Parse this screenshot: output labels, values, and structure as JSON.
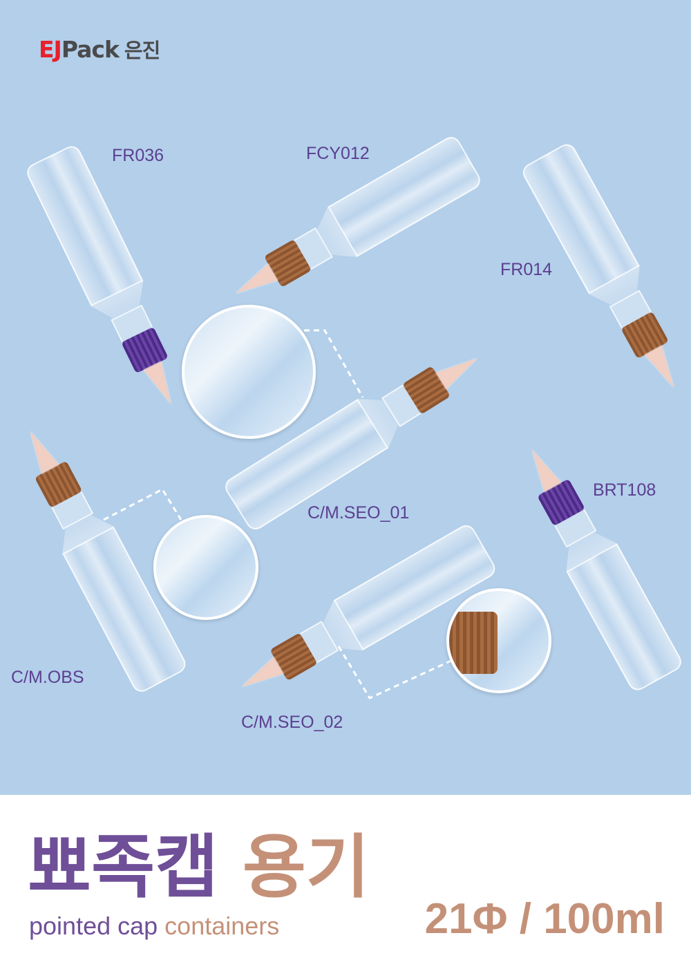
{
  "brand": {
    "logo_ej": "EJ",
    "logo_pack": "Pack",
    "logo_korean": "은진"
  },
  "products": [
    {
      "code": "FR036",
      "cap_color": "#5a3596"
    },
    {
      "code": "FCY012",
      "cap_color": "#9a6038"
    },
    {
      "code": "FR014",
      "cap_color": "#9a6038"
    },
    {
      "code": "C/M.SEO_01",
      "cap_color": "#9a6038"
    },
    {
      "code": "C/M.OBS",
      "cap_color": "#9a6038"
    },
    {
      "code": "BRT108",
      "cap_color": "#5a3596"
    },
    {
      "code": "C/M.SEO_02",
      "cap_color": "#9a6038"
    }
  ],
  "headline": {
    "korean_part1": "뾰족캡",
    "korean_part2": "용기",
    "english_part1": "pointed cap",
    "english_part2": "containers"
  },
  "spec": "21Φ / 100ml",
  "colors": {
    "background": "#b3cfea",
    "purple": "#6f4f98",
    "tan": "#c49178",
    "label": "#5b3f90"
  }
}
